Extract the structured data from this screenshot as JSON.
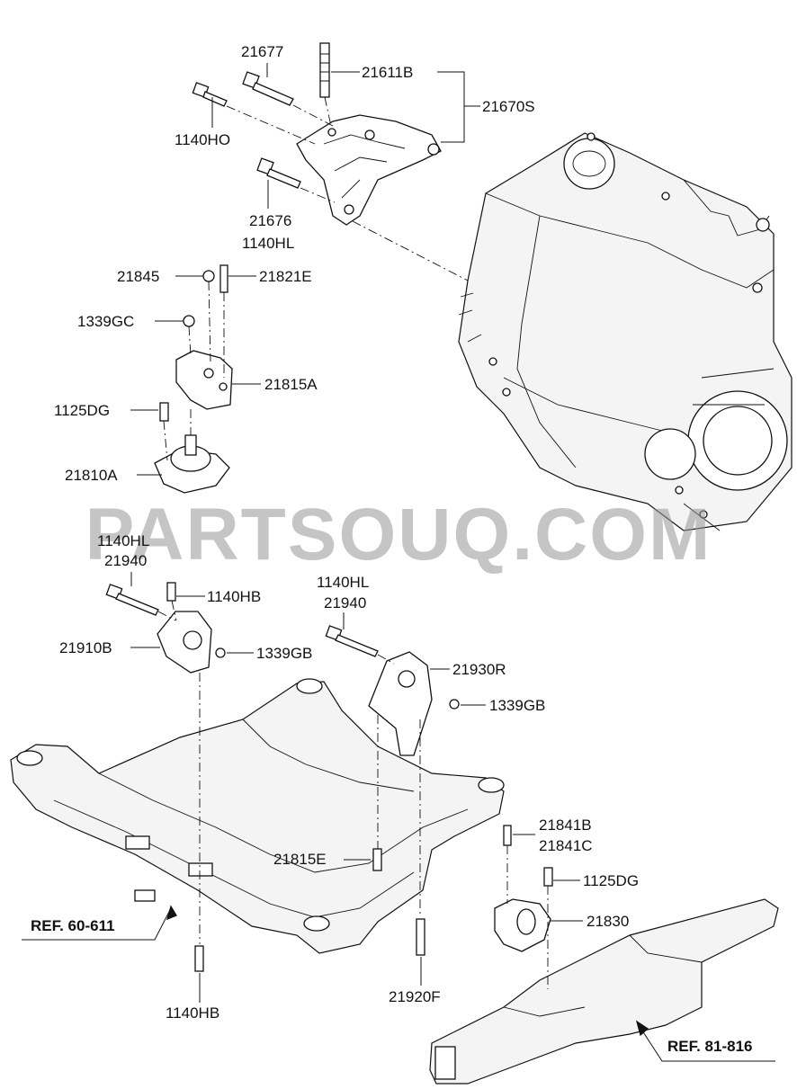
{
  "watermark": "PARTSOUQ.COM",
  "labels": {
    "p21677": "21677",
    "p21611B": "21611B",
    "p21670S": "21670S",
    "p1140HO": "1140HO",
    "p21676": "21676",
    "p1140HL_a": "1140HL",
    "p21845": "21845",
    "p21821E": "21821E",
    "p1339GC": "1339GC",
    "p21815A": "21815A",
    "p1125DG_a": "1125DG",
    "p21810A": "21810A",
    "p1140HL_b": "1140HL",
    "p21940_a": "21940",
    "p1140HB_a": "1140HB",
    "p21910B": "21910B",
    "p1339GB_a": "1339GB",
    "p1140HL_c": "1140HL",
    "p21940_b": "21940",
    "p21930R": "21930R",
    "p1339GB_b": "1339GB",
    "p21841B": "21841B",
    "p21841C": "21841C",
    "p1125DG_b": "1125DG",
    "p21815E": "21815E",
    "p21830": "21830",
    "p1140HB_b": "1140HB",
    "p21920F": "21920F"
  },
  "refs": {
    "ref_left": "REF. 60-611",
    "ref_right": "REF. 81-816"
  }
}
